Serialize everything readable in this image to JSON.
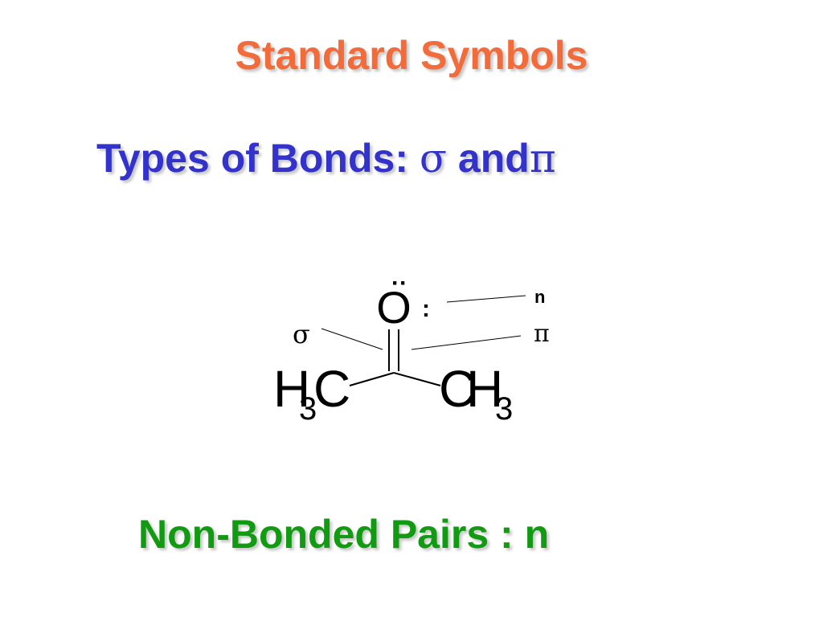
{
  "title": "Standard Symbols",
  "bond_types": {
    "label": "Types of Bonds:",
    "sigma": "σ",
    "conj": "and",
    "pi": "π"
  },
  "molecule": {
    "oxygen": "O",
    "oxygen_lone_pair_side": ":",
    "oxygen_lone_pair_top": "··",
    "left_group": {
      "h": "H",
      "sub": "3",
      "c": "C"
    },
    "right_group": {
      "c": "C",
      "h": "H",
      "sub": "3"
    },
    "label_sigma": "σ",
    "label_n": "n",
    "label_pi": "π"
  },
  "non_bonded": "Non-Bonded Pairs :  n",
  "colors": {
    "title": "#f26b3a",
    "bond_types": "#3333cc",
    "non_bonded": "#129a12",
    "diagram": "#000000"
  }
}
